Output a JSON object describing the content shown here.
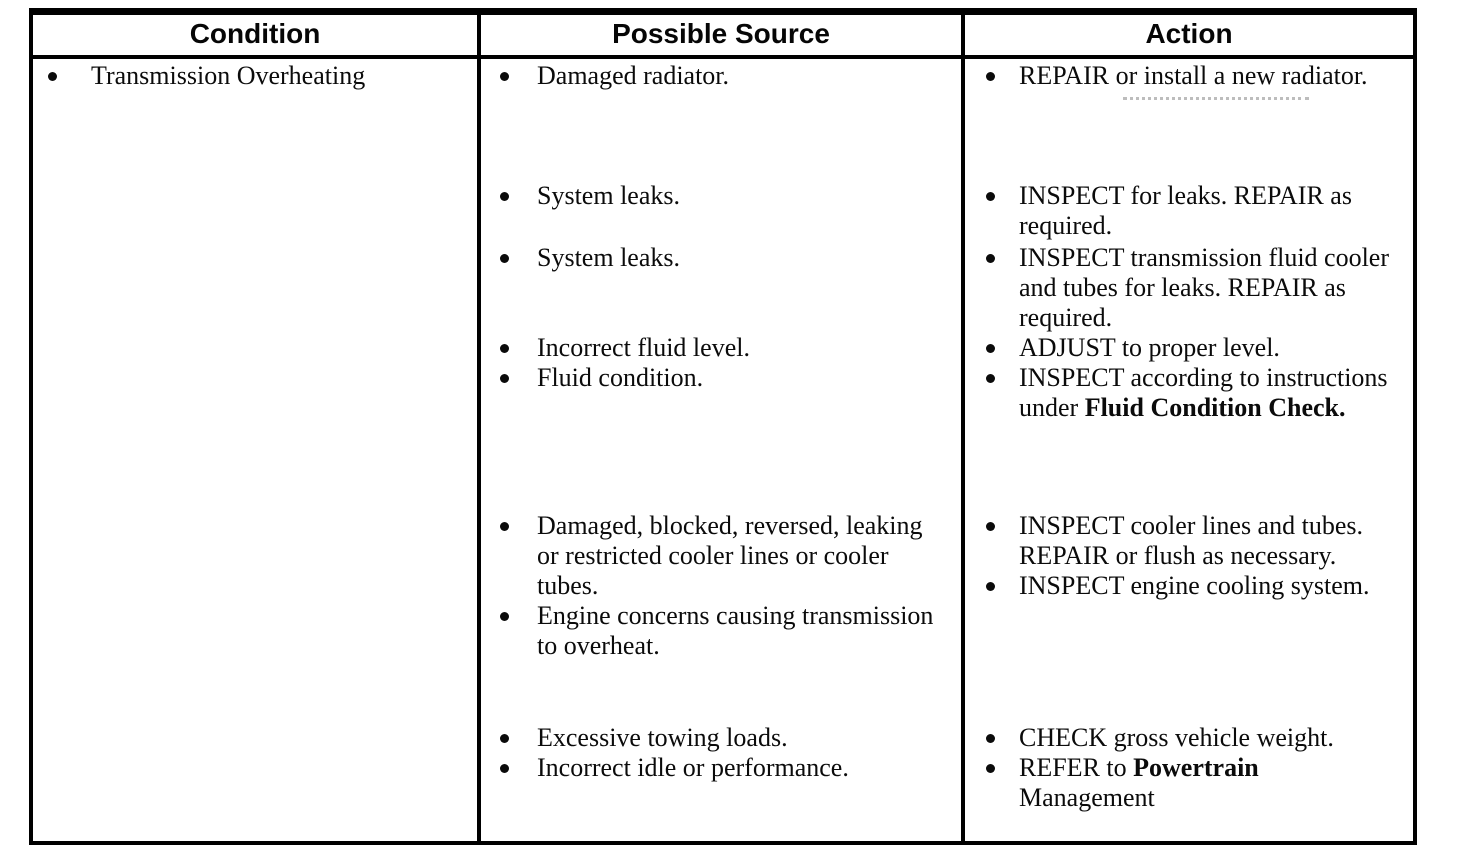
{
  "colors": {
    "border": "#000000",
    "text": "#0b0b0b",
    "background": "#ffffff"
  },
  "icons": {
    "bullet-icon": "filled-circle"
  },
  "table": {
    "headers": {
      "condition": "Condition",
      "source": "Possible Source",
      "action": "Action"
    },
    "condition_items": [
      "Transmission Overheating"
    ],
    "blocks": [
      {
        "source": [
          "Damaged radiator."
        ],
        "action": [
          {
            "pre": "REPAIR or install a new radiator."
          }
        ]
      },
      {
        "source": [
          "System leaks."
        ],
        "action": [
          {
            "pre": "INSPECT for leaks. REPAIR as required."
          }
        ]
      },
      {
        "source": [
          "System leaks."
        ],
        "action": [
          {
            "pre": "INSPECT transmission fluid cooler and tubes for leaks. REPAIR as required."
          }
        ]
      },
      {
        "source": [
          "Incorrect fluid level.",
          "Fluid condition."
        ],
        "action": [
          {
            "pre": "ADJUST to proper level."
          },
          {
            "pre": "INSPECT according to instructions under ",
            "ref": "Fluid Condition Check."
          }
        ]
      },
      {
        "source": [
          "Damaged, blocked, reversed, leaking or restricted cooler lines or cooler tubes.",
          "Engine concerns causing transmission to overheat."
        ],
        "action": [
          {
            "pre": "INSPECT cooler lines and tubes. REPAIR or flush as necessary."
          },
          {
            "pre": "INSPECT engine cooling system."
          }
        ]
      },
      {
        "source": [
          "Excessive towing loads.",
          "Incorrect idle or performance."
        ],
        "action": [
          {
            "pre": "CHECK gross vehicle weight."
          },
          {
            "pre": "REFER to ",
            "ref": "Powertrain",
            "post": " Management"
          }
        ]
      }
    ]
  }
}
